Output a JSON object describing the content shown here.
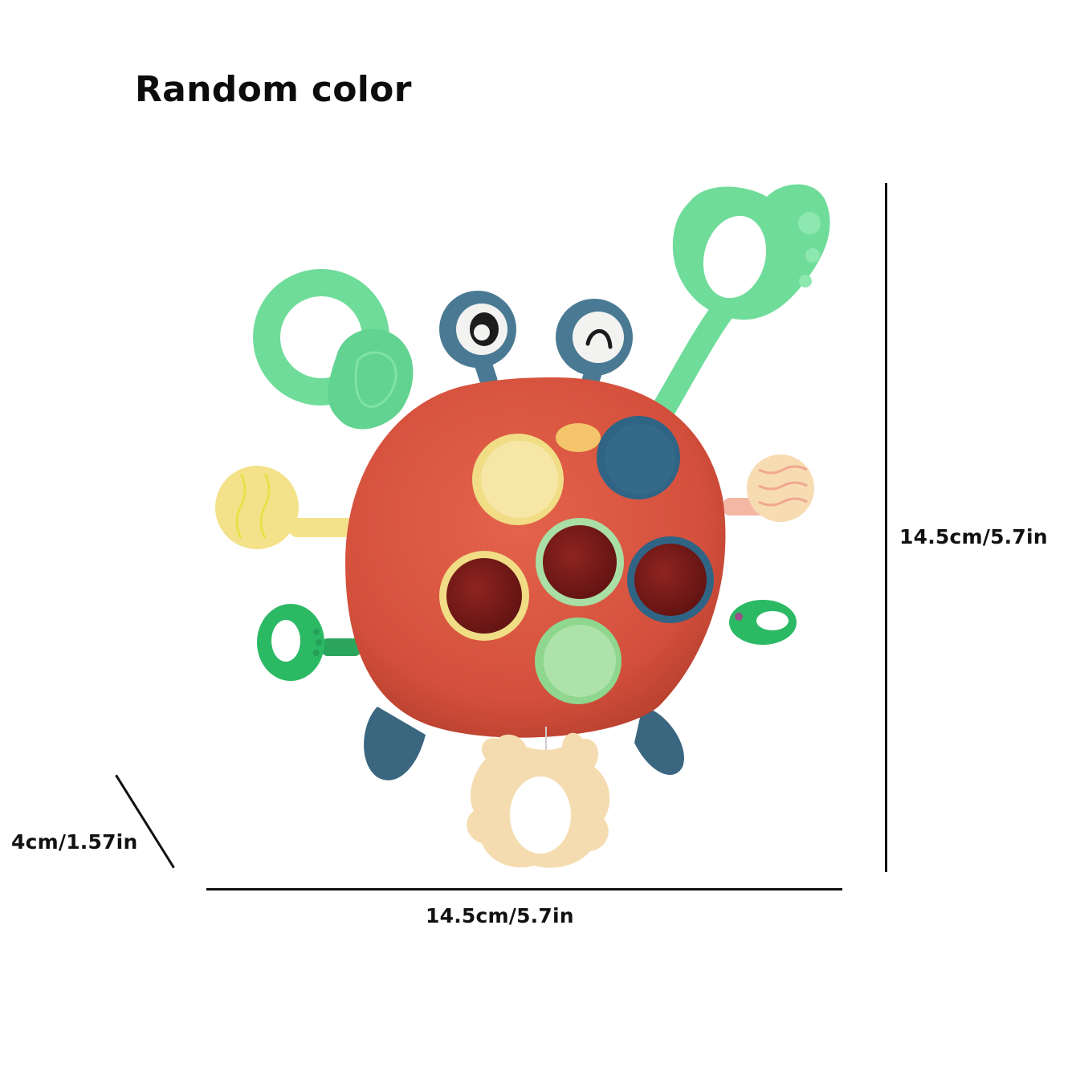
{
  "title": "Random color",
  "dimensions": {
    "height_label": "14.5cm/5.7in",
    "width_label": "14.5cm/5.7in",
    "depth_label": "4cm/1.57in"
  },
  "product": {
    "name": "crab-sensory-pull-string-toy",
    "colors": {
      "body": "#d9533f",
      "teether_green": "#6fdc9a",
      "dark_green": "#2ca55c",
      "button_yellow": "#f4e49c",
      "button_blue": "#2f6484",
      "button_mint": "#a9dfa5",
      "hole_dark": "#7a1a17",
      "eye_blue": "#4a7a93",
      "leg_blue": "#3b6680",
      "yellow_teether": "#f3e28a",
      "peach_teether": "#f7dcb2",
      "pink_teether": "#f4b7a4"
    }
  }
}
